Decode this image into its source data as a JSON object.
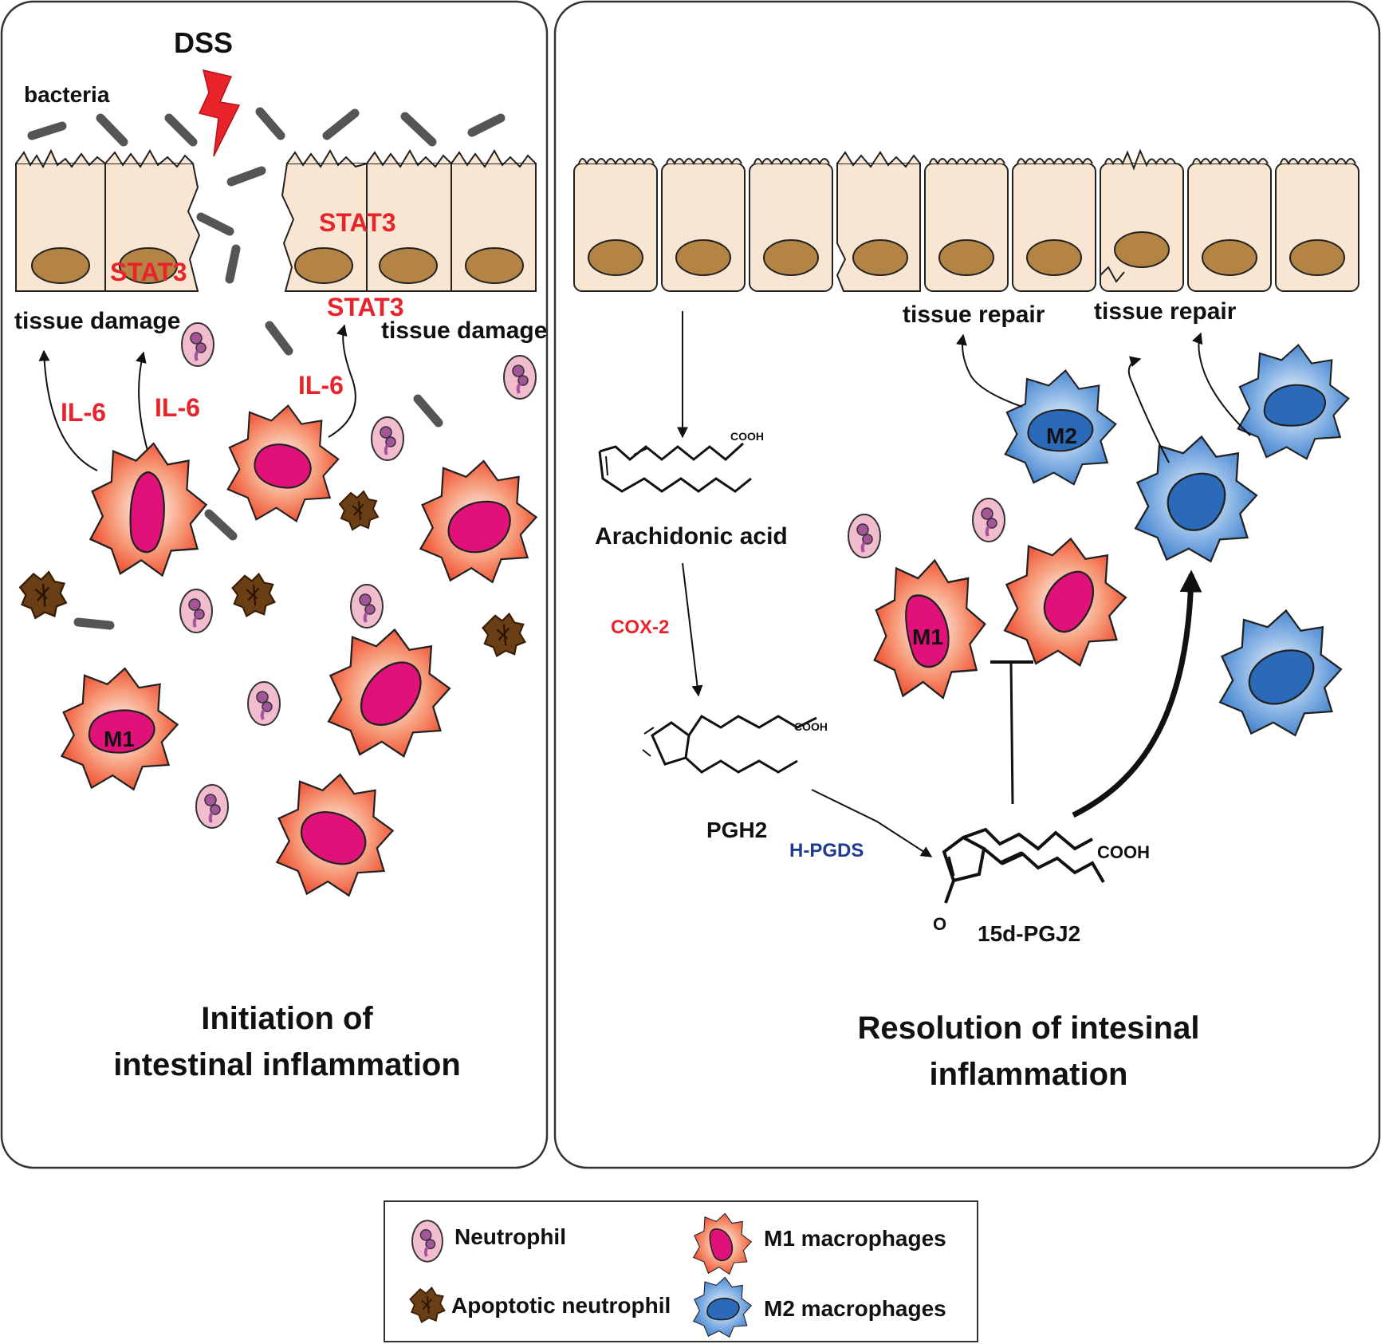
{
  "colors": {
    "red_label": "#e8242a",
    "blue_label": "#1f3a93",
    "cell_fill": "#f8e6d2",
    "nucleus": "#b48445",
    "m1_outer": "#f05a3c",
    "m1_nucleus": "#e0127a",
    "m2_outer": "#3f82d0",
    "m2_nucleus": "#2a6ab8",
    "neutrophil": "#f0b8cc",
    "neutrophil_nucleus": "#a85a9c",
    "apoptotic": "#6b3f15",
    "bacteria": "#555555"
  },
  "left_panel": {
    "dss_label": "DSS",
    "bacteria_label": "bacteria",
    "stat3_labels": [
      "STAT3",
      "STAT3",
      "STAT3"
    ],
    "tissue_damage_labels": [
      "tissue damage",
      "tissue damage"
    ],
    "il6_labels": [
      "IL-6",
      "IL-6",
      "IL-6"
    ],
    "m1_label": "M1",
    "title_line1": "Initiation of",
    "title_line2": "intestinal inflammation"
  },
  "right_panel": {
    "tissue_repair_labels": [
      "tissue repair",
      "tissue repair"
    ],
    "arachidonic_label": "Arachidonic acid",
    "cooh_small_1": "COOH",
    "cooh_small_2": "COOH",
    "cooh_large": "COOH",
    "cox2_label": "COX-2",
    "pgh2_label": "PGH2",
    "hpgds_label": "H-PGDS",
    "pgj2_label": "15d-PGJ2",
    "oxygen_label": "O",
    "m1_label": "M1",
    "m2_label": "M2",
    "title_line1": "Resolution of intesinal",
    "title_line2": "inflammation"
  },
  "legend": {
    "neutrophil": "Neutrophil",
    "apoptotic": "Apoptotic neutrophil",
    "m1": "M1 macrophages",
    "m2": "M2 macrophages"
  }
}
